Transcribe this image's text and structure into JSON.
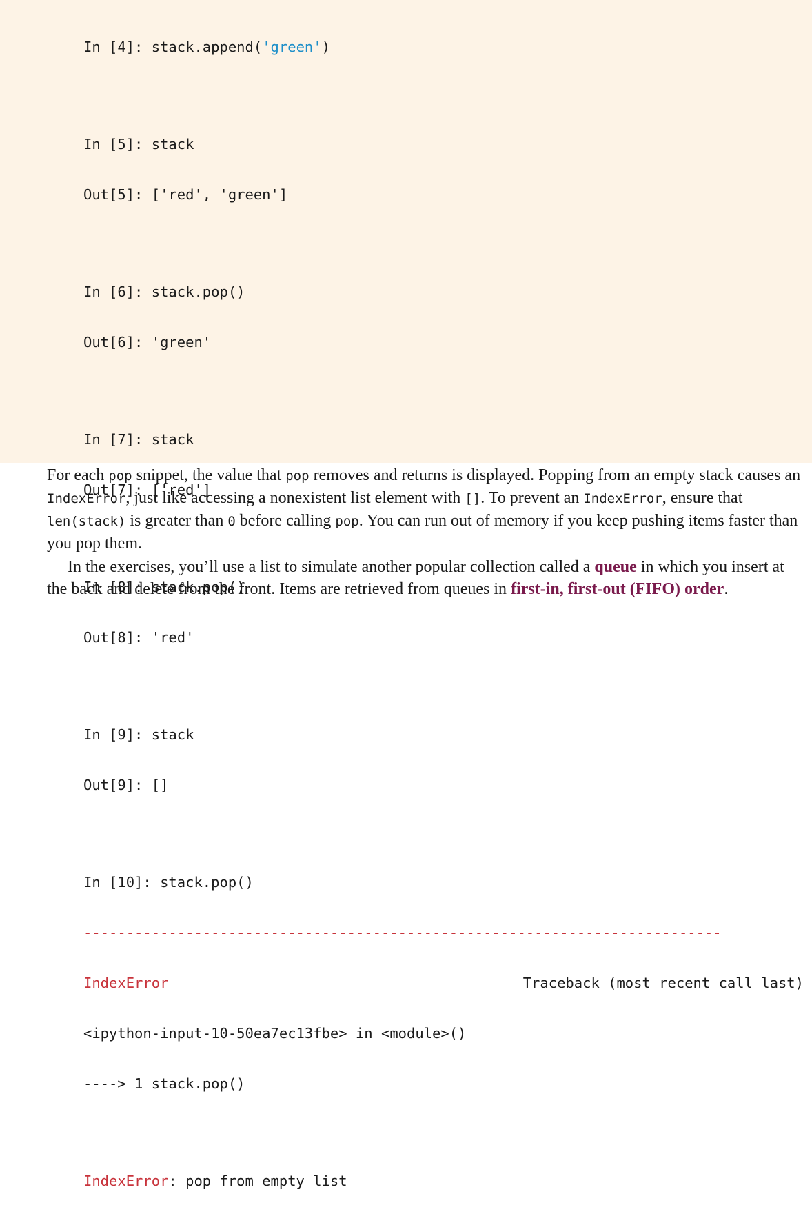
{
  "code": {
    "in4_prompt": "In [4]: ",
    "in4_code": "stack.append(",
    "in4_str": "'green'",
    "in4_close": ")",
    "in5": "In [5]: stack",
    "out5": "Out[5]: ['red', 'green']",
    "in6": "In [6]: stack.pop()",
    "out6": "Out[6]: 'green'",
    "in7": "In [7]: stack",
    "out7": "Out[7]: ['red']",
    "in8": "In [8]: stack.pop()",
    "out8": "Out[8]: 'red'",
    "in9": "In [9]: stack",
    "out9": "Out[9]: []",
    "in10": "In [10]: stack.pop()",
    "dashes": "---------------------------------------------------------------------------",
    "tb_error_name": "IndexError",
    "tb_header": "Traceback (most recent call last)",
    "tb_location": "<ipython-input-10-50ea7ec13fbe> in <module>()",
    "tb_arrow": "----> 1 stack.pop()",
    "final_error_name": "IndexError",
    "final_error_msg": ": pop from empty list"
  },
  "prose": {
    "p1": [
      "For each ",
      "pop",
      " snippet, the value that ",
      "pop",
      " removes and returns is displayed. Popping from an empty stack causes an ",
      "IndexError",
      ", just like accessing a nonexistent list element with ",
      "[]",
      ". To prevent an ",
      "IndexError",
      ", ensure that ",
      "len(stack)",
      " is greater than ",
      "0",
      " before calling ",
      "pop",
      ". You can run out of memory if you keep pushing items faster than you pop them."
    ],
    "p2": [
      "In the exercises, you’ll use a list to simulate another popular collection called a ",
      "queue",
      " in which you insert at the back and delete from the front. Items are retrieved from queues in ",
      "first-in, first-out (FIFO) order",
      "."
    ]
  },
  "colors": {
    "code_background": "#fdf3e6",
    "string_literal": "#1e8fc9",
    "error_text": "#c8333b",
    "key_term": "#7a1a4c"
  }
}
